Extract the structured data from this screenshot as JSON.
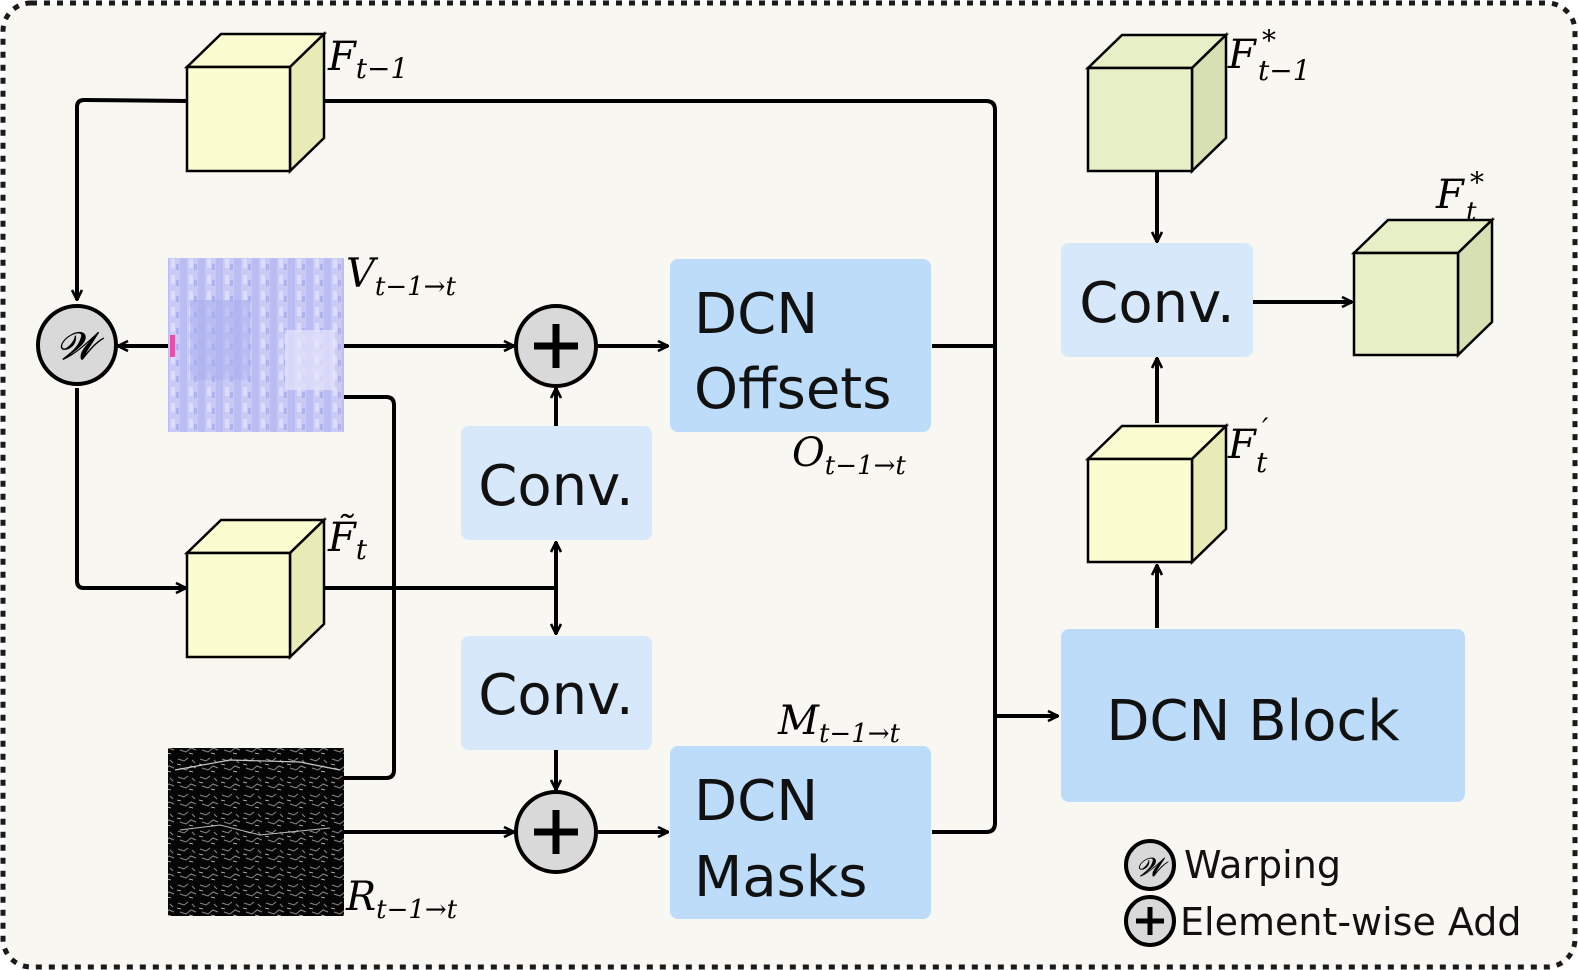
{
  "colors": {
    "background": "#f8f7f1",
    "frame_border": "#1a1a1a",
    "feature_cube_front": "#fbfcd0",
    "feature_cube_side": "#e9ebb6",
    "output_cube_front": "#e7efc7",
    "output_cube_side": "#d6e0b2",
    "conv_block": "#d8e8fb",
    "dcn_block": "#bcdcfa",
    "operator_fill": "#d9d9d9",
    "line": "#000000"
  },
  "blocks": {
    "dcn_offsets": [
      "DCN",
      "Offsets"
    ],
    "dcn_masks": [
      "DCN",
      "Masks"
    ],
    "conv_upper": "Conv.",
    "conv_lower": "Conv.",
    "conv_right": "Conv.",
    "dcn_block": "DCN Block"
  },
  "symbols": {
    "F_prev": {
      "base": "F",
      "sub": "t−1"
    },
    "F_tilde": {
      "base": "F̃",
      "sub": "t"
    },
    "V": {
      "base": "V",
      "sub": "t−1→t"
    },
    "R": {
      "base": "R",
      "sub": "t−1→t"
    },
    "O": {
      "base": "O",
      "sub": "t−1→t"
    },
    "M": {
      "base": "M",
      "sub": "t−1→t"
    },
    "F_star_prev": {
      "base": "F",
      "sup": "*",
      "sub": "t−1"
    },
    "F_star": {
      "base": "F",
      "sup": "*",
      "sub": "t"
    },
    "F_prime": {
      "base": "F",
      "sup": "′",
      "sub": "t"
    }
  },
  "operators": {
    "warp": "𝓦",
    "add": "+"
  },
  "legend": {
    "warp_icon": "𝓦",
    "warp_label": "Warping",
    "add_label": "Element-wise Add"
  },
  "images": {
    "flow_map": "optical-flow-visualization",
    "residual_map": "residual-edge-map"
  }
}
